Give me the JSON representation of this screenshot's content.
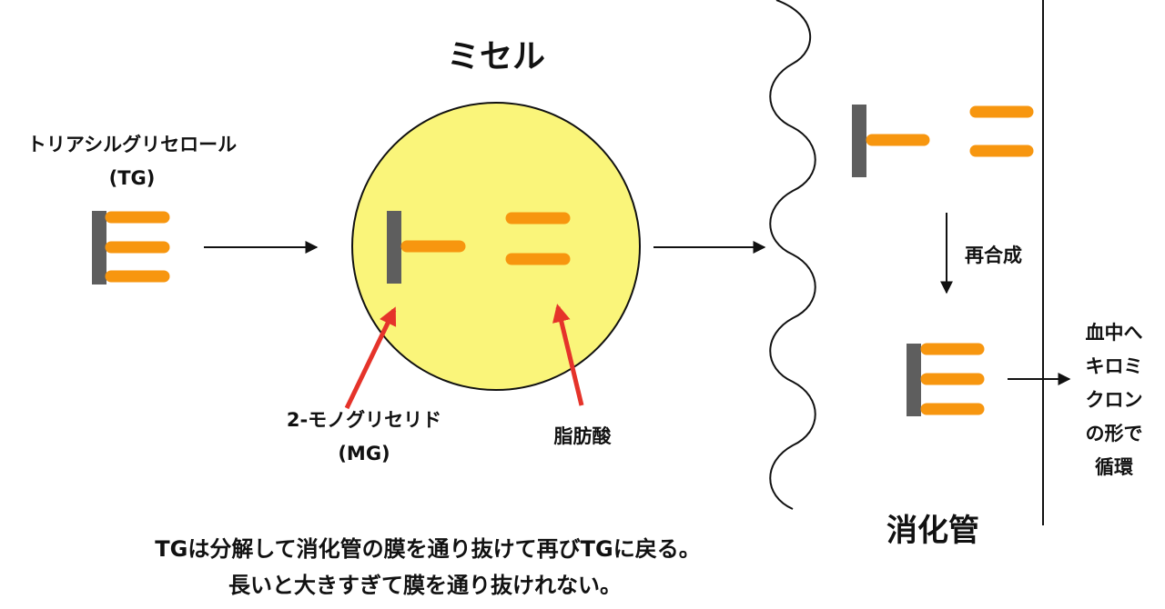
{
  "micelle_title": "ミセル",
  "tg_label": {
    "line1": "トリアシルグリセロール",
    "line2": "(TG)"
  },
  "mg_label": {
    "line1": "2-モノグリセリド",
    "line2": "(MG)"
  },
  "fatty_acid_label": "脂肪酸",
  "resynthesis_label": "再合成",
  "intestine_label": "消化管",
  "blood_label": [
    "血中へ",
    "キロミ",
    "クロン",
    "の形で",
    "循環"
  ],
  "caption": {
    "line1": "TGは分解して消化管の膜を通り抜けて再びTGに戻る。",
    "line2": "長いと大きすぎて膜を通り抜けれない。"
  },
  "colors": {
    "micelle_fill": "#FAF57A",
    "glycerol": "#5E5E5E",
    "fatty_acid": "#F7960F",
    "red_arrow": "#E5332A",
    "line": "#111111"
  }
}
